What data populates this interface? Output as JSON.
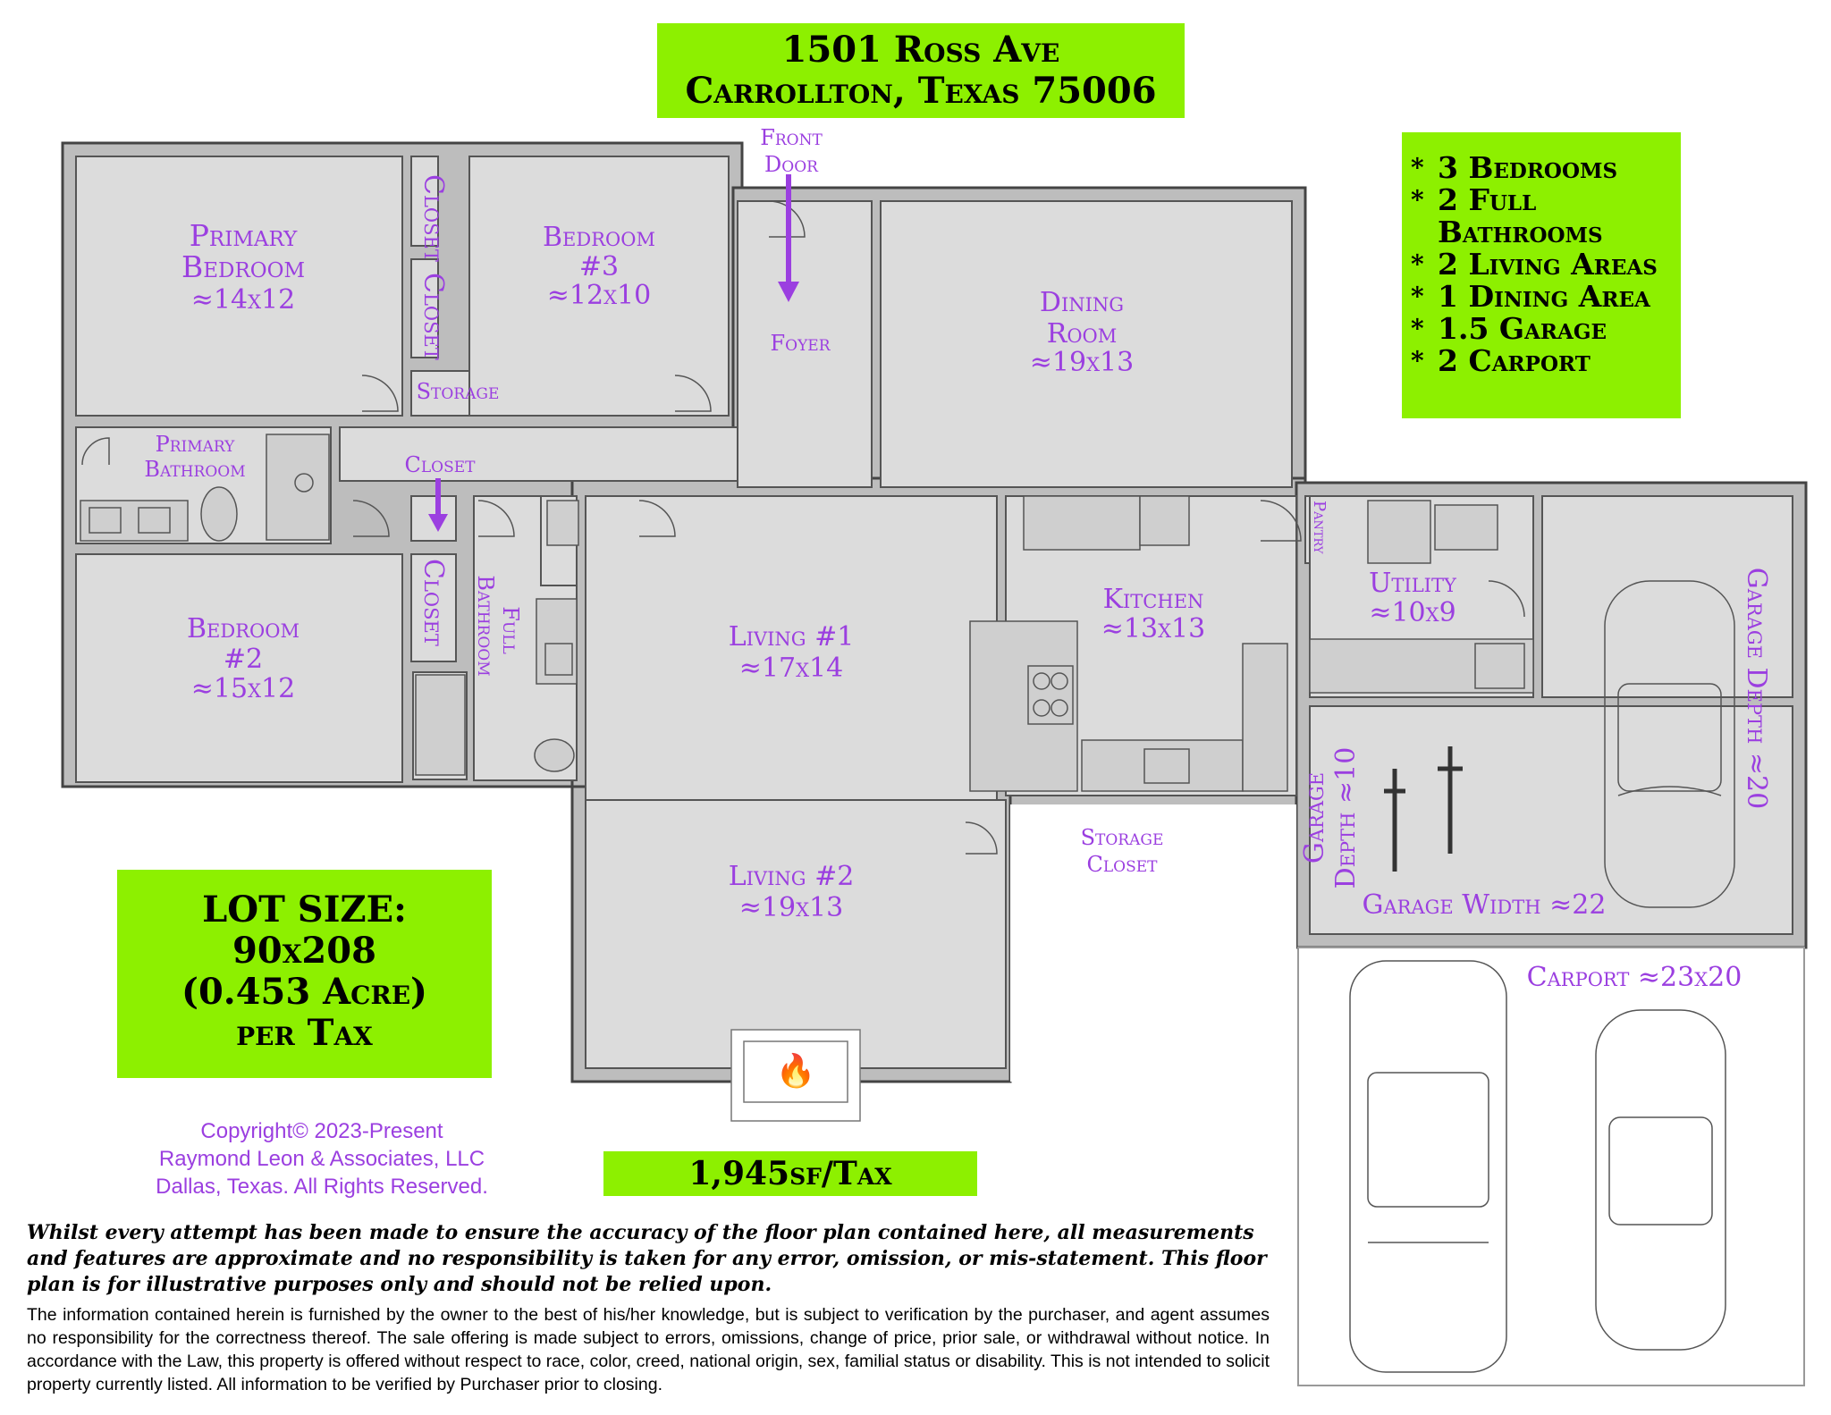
{
  "address": {
    "line1": "1501 Ross Ave",
    "line2": "Carrollton, Texas 75006"
  },
  "features": [
    "3 Bedrooms",
    "2 Full Bathrooms",
    "2 Living Areas",
    "1 Dining Area",
    "1.5 Garage",
    "2 Carport"
  ],
  "lot": {
    "l1": "LOT SIZE:",
    "l2": "90x208",
    "l3": "(0.453 Acre)",
    "l4": "per Tax"
  },
  "sqft": "1,945sf/Tax",
  "copyright": {
    "l1": "Copyright© 2023-Present",
    "l2": "Raymond Leon & Associates, LLC",
    "l3": "Dallas, Texas. All Rights Reserved."
  },
  "disclaimer": "Whilst every attempt has been made to ensure the accuracy of the floor plan contained here, all measurements and features are approximate and no responsibility is taken for any error, omission, or mis-statement. This floor plan is for illustrative purposes only and should not be relied upon.",
  "legal": "The information contained herein is furnished by the owner to the best of his/her knowledge, but is subject to verification by the purchaser, and agent assumes no responsibility for the correctness thereof.  The sale offering is made subject to errors, omissions, change of price, prior sale, or withdrawal without notice.  In accordance with the Law, this property is offered without respect to race, color, creed, national origin, sex, familial status or disability.  This is not intended to solicit property currently listed.  All information to be verified by Purchaser prior to closing.",
  "rooms": {
    "primary_bedroom": {
      "name1": "Primary",
      "name2": "Bedroom",
      "size": "≈14x12"
    },
    "bedroom3": {
      "name1": "Bedroom",
      "name2": "#3",
      "size": "≈12x10"
    },
    "bedroom2": {
      "name1": "Bedroom",
      "name2": "#2",
      "size": "≈15x12"
    },
    "closet": "Closet",
    "storage": "Storage",
    "front_door": {
      "l1": "Front",
      "l2": "Door"
    },
    "foyer": "Foyer",
    "dining": {
      "name1": "Dining",
      "name2": "Room",
      "size": "≈19x13"
    },
    "primary_bath": {
      "l1": "Primary",
      "l2": "Bathroom"
    },
    "full_bath": {
      "l1": "Full",
      "l2": "Bathroom"
    },
    "living1": {
      "name": "Living #1",
      "size": "≈17x14"
    },
    "living2": {
      "name": "Living #2",
      "size": "≈19x13"
    },
    "kitchen": {
      "name": "Kitchen",
      "size": "≈13x13"
    },
    "pantry": "Pantry",
    "utility": {
      "name": "Utility",
      "size": "≈10x9"
    },
    "storage_closet": {
      "l1": "Storage",
      "l2": "Closet"
    },
    "garage_depth_small": {
      "l1": "Garage",
      "l2": "Depth ≈10"
    },
    "garage_depth": "Garage Depth ≈20",
    "garage_width": "Garage Width ≈22",
    "carport": "Carport ≈23x20"
  },
  "fireplace_icon": "fire-icon"
}
